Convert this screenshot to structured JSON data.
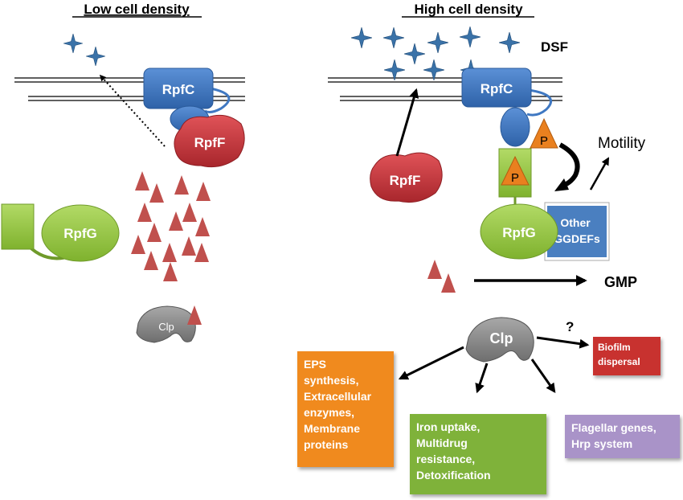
{
  "panels": {
    "left_title": "Low cell density",
    "right_title": "High cell density"
  },
  "labels": {
    "dsf": "DSF",
    "rpfc": "RpfC",
    "rpff": "RpfF",
    "rpfg": "RpfG",
    "clp": "Clp",
    "phospho": "P",
    "motility": "Motility",
    "other_ggdefs": "Other\nGGDEFs",
    "gmp": "GMP",
    "question": "?"
  },
  "outputs": {
    "eps": "EPS\nsynthesis,\nExtracellular\nenzymes,\nMembrane\nproteins",
    "iron": "Iron uptake,\nMultidrug\nresistance,\nDetoxification",
    "flagellar": "Flagellar genes,\nHrp system",
    "biofilm": "Biofilm\ndispersal"
  },
  "colors": {
    "rpfc_blue": "#3f78c2",
    "rpff_red": "#c9353b",
    "rpfg_green": "#92c83e",
    "clp_gray": "#8a8a8a",
    "dsf_star": "#3a72a8",
    "cdigmp_triangle": "#c0504d",
    "phospho_orange": "#e9801f",
    "eps_orange": "#f08a1e",
    "iron_green": "#7fb23a",
    "flagellar_purple": "#a993c8",
    "biofilm_red": "#c8322f",
    "ggdefs_blue": "#4a7fc0"
  },
  "icons": [
    "dsf-star-icon",
    "cdigmp-triangle-icon",
    "arrow-icon"
  ]
}
